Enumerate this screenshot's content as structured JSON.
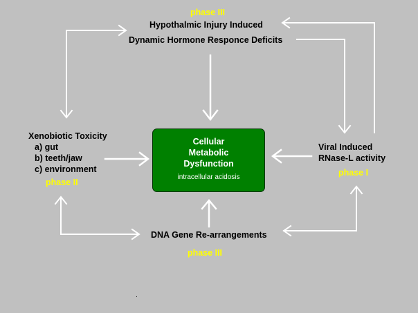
{
  "nodes": {
    "hypothalamic": {
      "phase": "phase III",
      "line1": "Hypothalmic Injury Induced",
      "line2": "Dynamic Hormone Responce Deficits"
    },
    "xenobiotic": {
      "title": "Xenobiotic Toxicity",
      "items": [
        "a) gut",
        "b) teeth/jaw",
        "c) environment"
      ],
      "phase": "phase II"
    },
    "viral": {
      "line1": "Viral Induced",
      "line2": "RNase-L activity",
      "phase": "phase I"
    },
    "dna": {
      "label": "DNA Gene Re-arrangements",
      "phase": "phase III"
    },
    "core": {
      "lines": [
        "Cellular",
        "Metabolic",
        "Dysfunction"
      ],
      "subtitle": "intracellular acidosis",
      "fill_color": "#008000"
    }
  },
  "colors": {
    "background": "#c0c0c0",
    "arrow": "#ffffff",
    "phase_text": "#ffff00"
  }
}
